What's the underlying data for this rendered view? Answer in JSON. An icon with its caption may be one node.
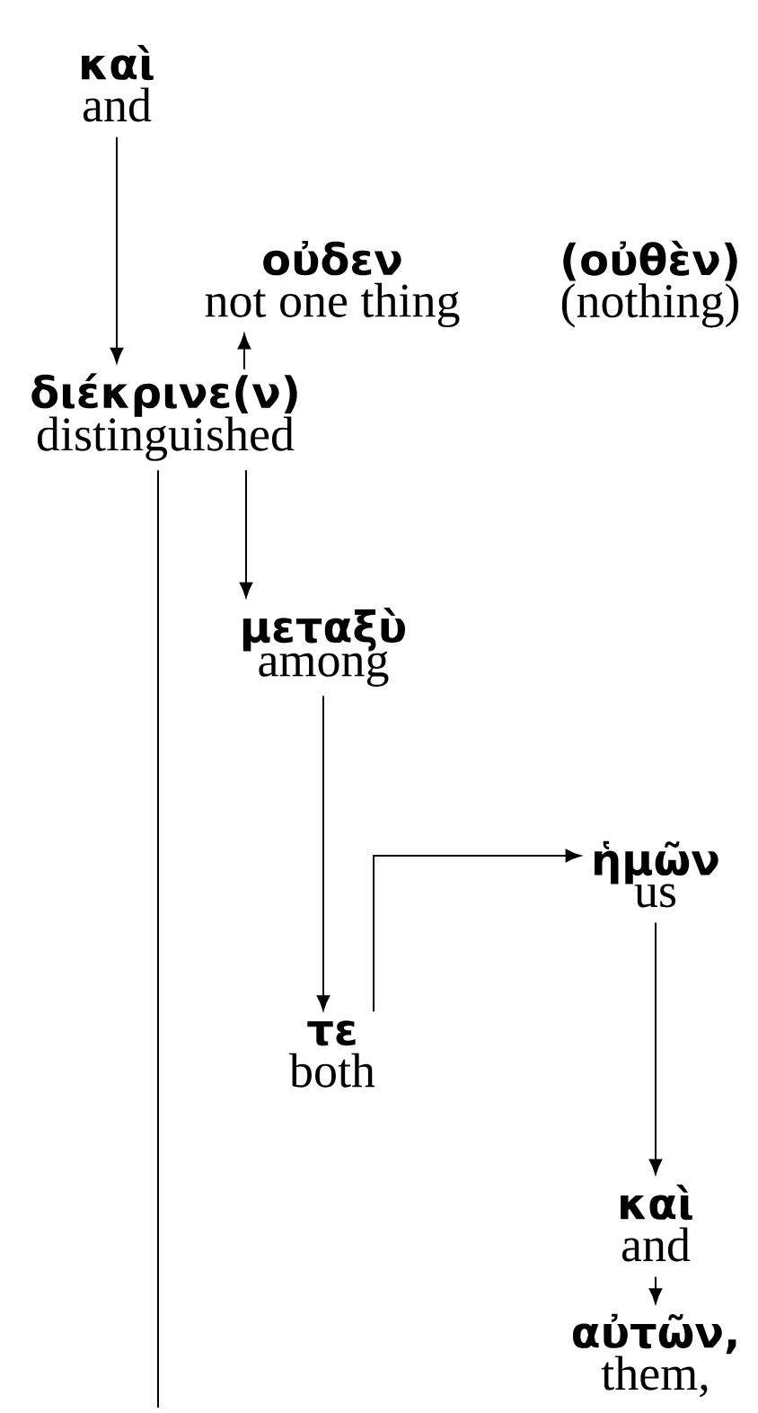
{
  "diagram": {
    "nodes": [
      {
        "text": [
          "καὶ",
          "and"
        ]
      },
      {
        "text": [
          "οὐδεν",
          "not one thing"
        ],
        "beside": [
          "(οὐθὲν)",
          "(nothing)"
        ]
      },
      {
        "text": [
          "διέκρινε(ν)",
          "distinguished"
        ]
      },
      {
        "text": [
          "μεταξὺ",
          "among"
        ]
      },
      {
        "text": [
          "τε",
          "both"
        ]
      },
      {
        "text": [
          "ἡμῶν",
          "us"
        ]
      },
      {
        "text": [
          "καὶ",
          "and"
        ]
      },
      {
        "text": [
          "αὐτῶν,",
          "them,"
        ]
      }
    ],
    "edges": [
      {
        "from": 0,
        "to": 2,
        "arrow": "to"
      },
      {
        "from": 2,
        "to": 1,
        "arrow": "to"
      },
      {
        "from": 2,
        "to": 3,
        "arrow": "to"
      },
      {
        "from": 3,
        "to": 4,
        "arrow": "to"
      },
      {
        "from": 4,
        "to": 5,
        "arrow": "to"
      },
      {
        "from": 5,
        "to": 6,
        "arrow": "to"
      },
      {
        "from": 6,
        "to": 7,
        "arrow": "to"
      },
      {
        "from": 2,
        "to": null,
        "arrow": "none"
      }
    ]
  }
}
